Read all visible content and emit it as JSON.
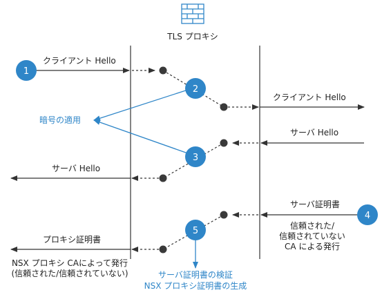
{
  "title": "TLS プロキシ",
  "icon": "firewall-icon",
  "colors": {
    "accent": "#2f86c8",
    "line": "#333333",
    "dot": "#3a3a3a"
  },
  "steps": {
    "s1": "1",
    "s2": "2",
    "s3": "3",
    "s4": "4",
    "s5": "5"
  },
  "messages": {
    "client_hello_in": "クライアント Hello",
    "client_hello_out": "クライアント Hello",
    "server_hello_in": "サーバ Hello",
    "server_hello_out": "サーバ Hello",
    "server_cert": "サーバ証明書",
    "proxy_cert": "プロキシ証明書"
  },
  "annotations": {
    "apply_cipher": "暗号の適用",
    "cert_issuer": [
      "信頼された/",
      "信頼されていない",
      "CA による発行"
    ],
    "proxy_issuer": [
      "NSX プロキシ CAによって発行",
      "(信頼された/信頼されていない)"
    ],
    "verify": [
      "サーバ証明書の検証",
      "NSX プロキシ証明書の生成"
    ]
  }
}
